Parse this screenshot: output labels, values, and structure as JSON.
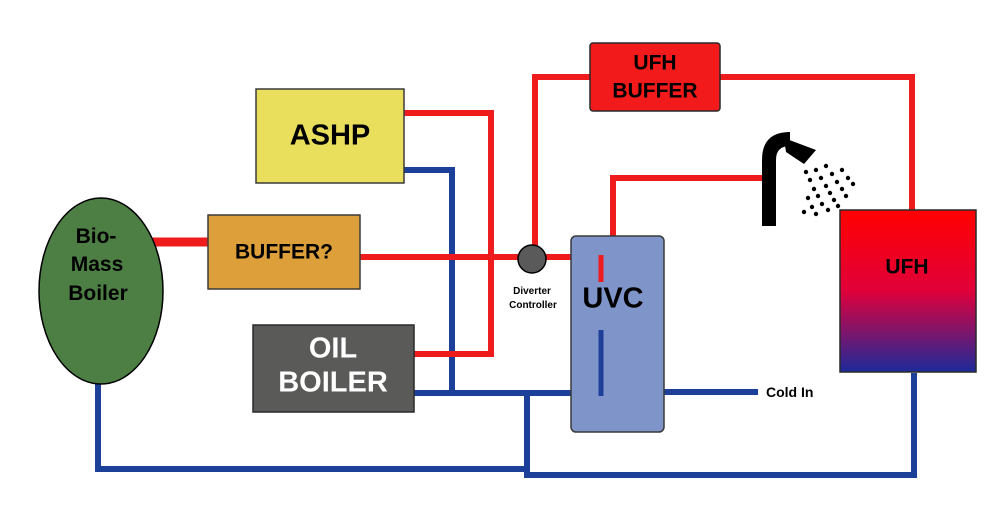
{
  "colors": {
    "hot_pipe": "#ee1c1c",
    "cold_pipe": "#1c3f9a",
    "biomass": "#4d7f45",
    "ashp": "#e9df5c",
    "buffer": "#dd9f3a",
    "oil_boiler": "#5a5a58",
    "ufh_buffer": "#f21a1a",
    "uvc": "#7f95c9",
    "diverter": "#5a5a5a",
    "ufh_top": "#ff0000",
    "ufh_bottom": "#1c2a9a",
    "shower": "#000000"
  },
  "components": {
    "biomass": {
      "line1": "Bio-",
      "line2": "Mass",
      "line3": "Boiler"
    },
    "ashp": {
      "label": "ASHP"
    },
    "buffer": {
      "label": "BUFFER?"
    },
    "oil_boiler": {
      "line1": "OIL",
      "line2": "BOILER"
    },
    "ufh_buffer": {
      "line1": "UFH",
      "line2": "BUFFER"
    },
    "uvc": {
      "label": "UVC"
    },
    "diverter": {
      "line1": "Diverter",
      "line2": "Controller"
    },
    "ufh": {
      "label": "UFH"
    },
    "cold_in": {
      "label": "Cold In"
    },
    "shower": {
      "icon": "shower-icon"
    }
  }
}
